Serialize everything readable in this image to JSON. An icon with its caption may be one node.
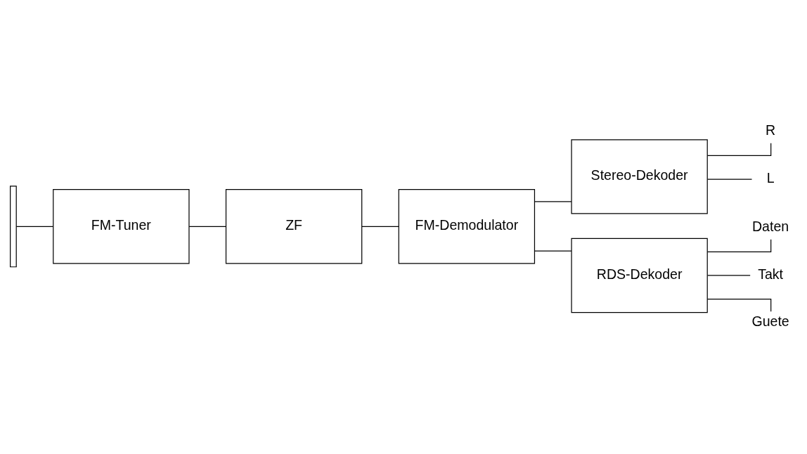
{
  "diagram": {
    "nodes": [
      {
        "text": [],
        "shape": "bar"
      },
      {
        "text": [
          "FM-Tuner"
        ]
      },
      {
        "text": [
          "ZF"
        ]
      },
      {
        "text": [
          "FM-Demodulator"
        ]
      },
      {
        "text": [
          "Stereo-Dekoder"
        ]
      },
      {
        "text": [
          "RDS-Dekoder"
        ]
      },
      {
        "text": [
          "R"
        ]
      },
      {
        "text": [
          "L"
        ]
      },
      {
        "text": [
          "Daten"
        ]
      },
      {
        "text": [
          "Takt"
        ]
      },
      {
        "text": [
          "Guete"
        ]
      }
    ],
    "edges": [
      {
        "from": 0,
        "to": 1,
        "arrow": "none"
      },
      {
        "from": 1,
        "to": 2,
        "arrow": "none"
      },
      {
        "from": 2,
        "to": 3,
        "arrow": "none"
      },
      {
        "from": 3,
        "to": 4,
        "arrow": "none"
      },
      {
        "from": 3,
        "to": 5,
        "arrow": "none"
      },
      {
        "from": 4,
        "to": 6,
        "arrow": "none"
      },
      {
        "from": 4,
        "to": 7,
        "arrow": "none"
      },
      {
        "from": 5,
        "to": 8,
        "arrow": "none"
      },
      {
        "from": 5,
        "to": 9,
        "arrow": "none"
      },
      {
        "from": 5,
        "to": 10,
        "arrow": "none"
      }
    ]
  }
}
